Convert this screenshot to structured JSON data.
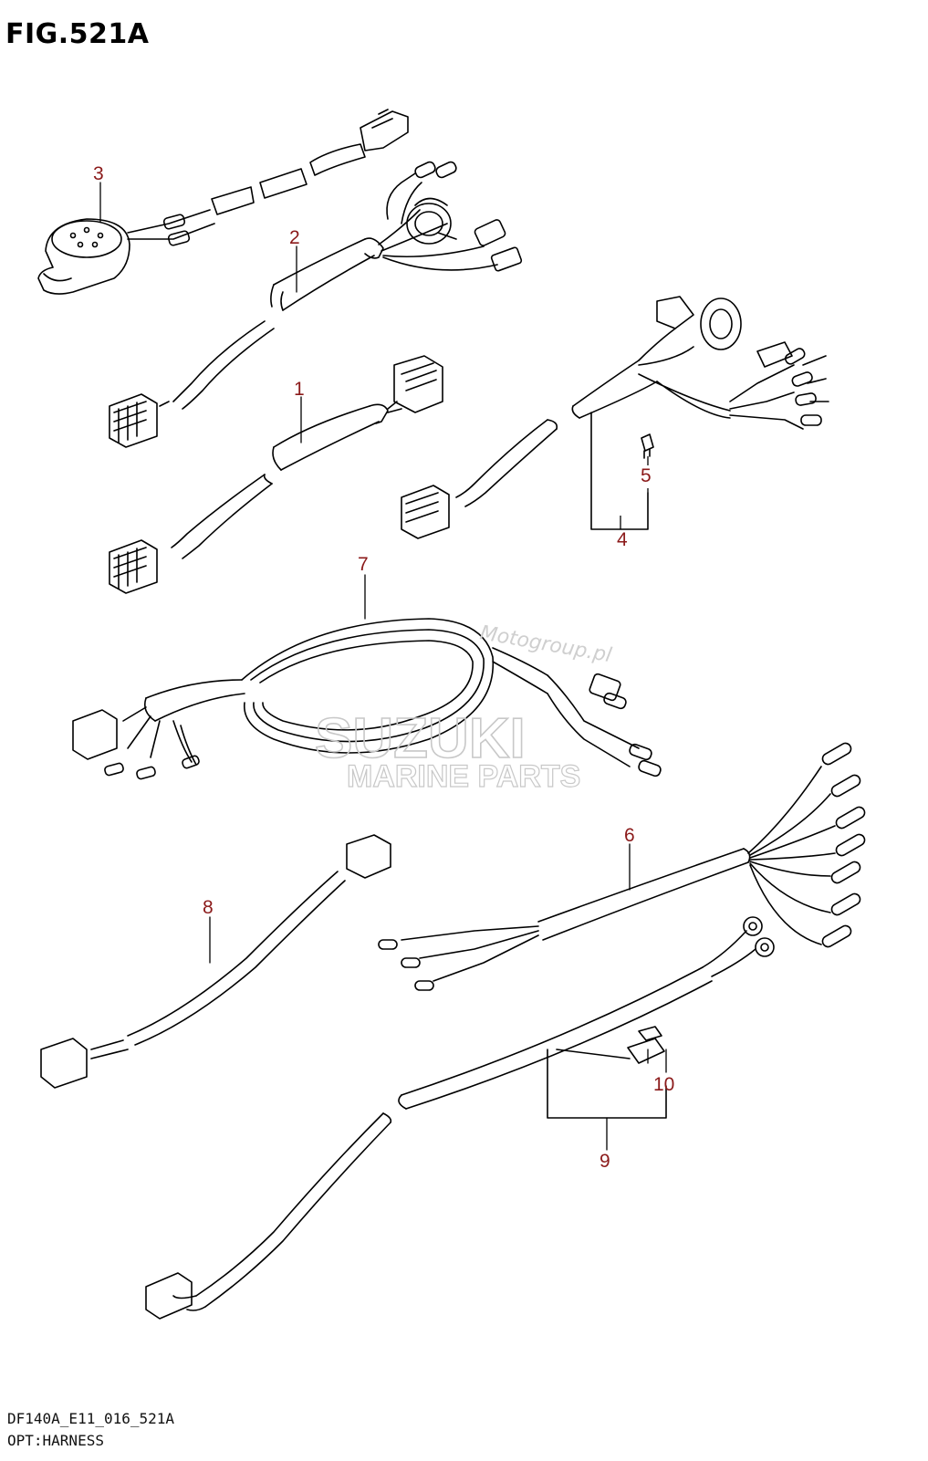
{
  "figure": {
    "title": "FIG.521A"
  },
  "footer": {
    "code": "DF140A_E11_016_521A",
    "name": "OPT:HARNESS"
  },
  "watermark": {
    "brand": "SUZUKI",
    "subtitle": "MARINE PARTS",
    "site": "Motogroup.pl"
  },
  "callouts": [
    "1",
    "2",
    "3",
    "4",
    "5",
    "6",
    "7",
    "8",
    "9",
    "10"
  ],
  "colors": {
    "callout": "#8b1a1a",
    "line": "#000000",
    "watermark": "#c8c8c8"
  }
}
